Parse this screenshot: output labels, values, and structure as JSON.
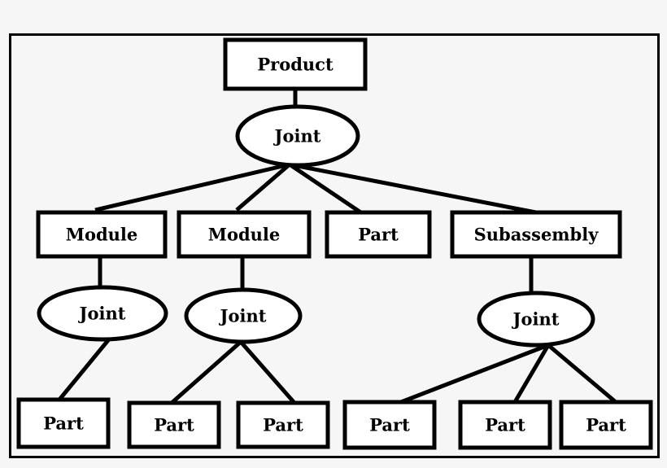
{
  "diagram": {
    "nodes": [
      {
        "id": "product",
        "shape": "rect",
        "label": "Product"
      },
      {
        "id": "joint-top",
        "shape": "ellipse",
        "label": "Joint"
      },
      {
        "id": "module-1",
        "shape": "rect",
        "label": "Module"
      },
      {
        "id": "module-2",
        "shape": "rect",
        "label": "Module"
      },
      {
        "id": "part-top",
        "shape": "rect",
        "label": "Part"
      },
      {
        "id": "subassembly",
        "shape": "rect",
        "label": "Subassembly"
      },
      {
        "id": "joint-module-1",
        "shape": "ellipse",
        "label": "Joint"
      },
      {
        "id": "joint-module-2",
        "shape": "ellipse",
        "label": "Joint"
      },
      {
        "id": "joint-subassembly",
        "shape": "ellipse",
        "label": "Joint"
      },
      {
        "id": "part-1",
        "shape": "rect",
        "label": "Part"
      },
      {
        "id": "part-2",
        "shape": "rect",
        "label": "Part"
      },
      {
        "id": "part-3",
        "shape": "rect",
        "label": "Part"
      },
      {
        "id": "part-4",
        "shape": "rect",
        "label": "Part"
      },
      {
        "id": "part-5",
        "shape": "rect",
        "label": "Part"
      },
      {
        "id": "part-6",
        "shape": "rect",
        "label": "Part"
      }
    ],
    "edges": [
      [
        "product",
        "joint-top"
      ],
      [
        "joint-top",
        "module-1"
      ],
      [
        "joint-top",
        "module-2"
      ],
      [
        "joint-top",
        "part-top"
      ],
      [
        "joint-top",
        "subassembly"
      ],
      [
        "module-1",
        "joint-module-1"
      ],
      [
        "module-2",
        "joint-module-2"
      ],
      [
        "subassembly",
        "joint-subassembly"
      ],
      [
        "joint-module-1",
        "part-1"
      ],
      [
        "joint-module-2",
        "part-2"
      ],
      [
        "joint-module-2",
        "part-3"
      ],
      [
        "joint-subassembly",
        "part-4"
      ],
      [
        "joint-subassembly",
        "part-5"
      ],
      [
        "joint-subassembly",
        "part-6"
      ]
    ]
  }
}
